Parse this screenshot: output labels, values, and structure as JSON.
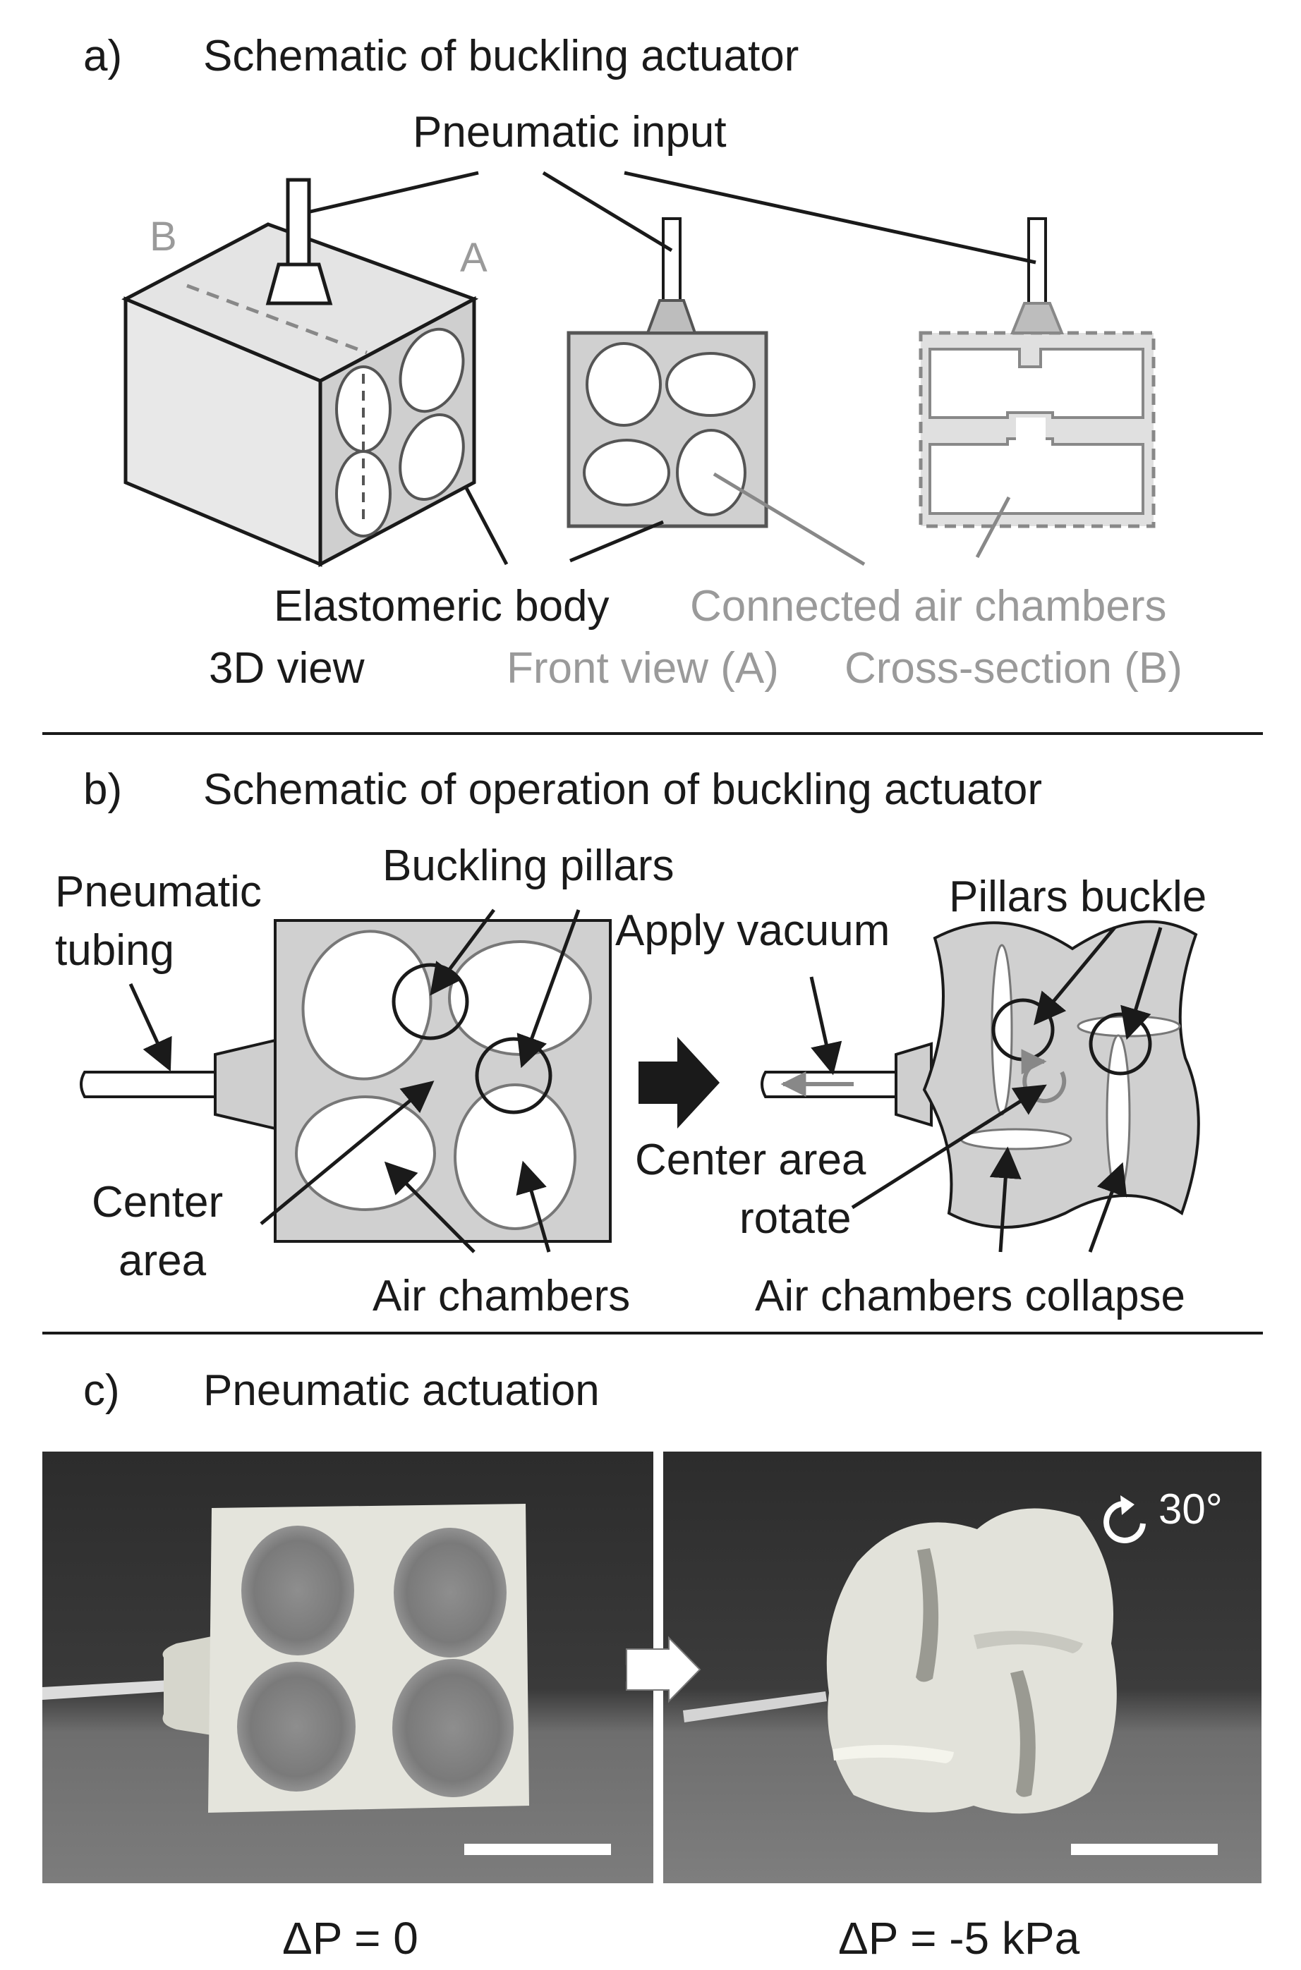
{
  "panel_a": {
    "letter": "a)",
    "title": "Schematic of buckling actuator",
    "label_pneumatic_input": "Pneumatic input",
    "label_b": "B",
    "label_a": "A",
    "label_elastomeric_body": "Elastomeric body",
    "label_connected_air_chambers": "Connected air chambers",
    "caption_3d_view": "3D view",
    "caption_front_view": "Front view (A)",
    "caption_cross_section": "Cross-section (B)"
  },
  "panel_b": {
    "letter": "b)",
    "title": "Schematic of operation of buckling actuator",
    "label_pneumatic_tubing_1": "Pneumatic",
    "label_pneumatic_tubing_2": "tubing",
    "label_buckling_pillars": "Buckling pillars",
    "label_apply_vacuum": "Apply vacuum",
    "label_pillars_buckle": "Pillars buckle",
    "label_center_area_1": "Center",
    "label_center_area_2": "area",
    "label_air_chambers": "Air chambers",
    "label_center_area_rotate_1": "Center area",
    "label_center_area_rotate_2": "rotate",
    "label_air_chambers_collapse": "Air chambers collapse"
  },
  "panel_c": {
    "letter": "c)",
    "title": "Pneumatic actuation",
    "rotation_label": "30°",
    "pressure_left": "ΔP = 0",
    "pressure_right": "ΔP = -5 kPa"
  },
  "colors": {
    "body_gray": "#d0d0d0",
    "light_gray_text": "#9a9a9a",
    "dark": "#1a1a1a",
    "photo_bg": "#3a3a3a"
  }
}
